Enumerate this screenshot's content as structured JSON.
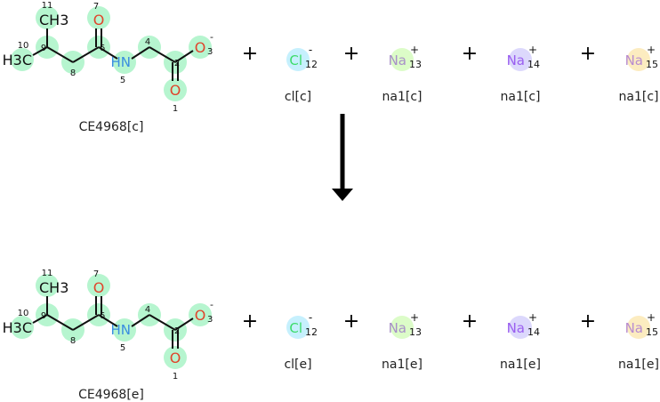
{
  "reaction": {
    "plus_sign": "+",
    "rows": [
      {
        "molecule": {
          "name": "CE4968[c]",
          "atoms": [
            {
              "id": "1",
              "label": "O",
              "kind": "O"
            },
            {
              "id": "2",
              "label": "",
              "kind": "C"
            },
            {
              "id": "3",
              "label": "O",
              "charge": "-",
              "kind": "O"
            },
            {
              "id": "4",
              "label": "",
              "kind": "C"
            },
            {
              "id": "5",
              "label": "HN",
              "kind": "N"
            },
            {
              "id": "6",
              "label": "",
              "kind": "C"
            },
            {
              "id": "7",
              "label": "O",
              "kind": "O"
            },
            {
              "id": "8",
              "label": "",
              "kind": "C"
            },
            {
              "id": "9",
              "label": "",
              "kind": "C"
            },
            {
              "id": "10",
              "label": "H3C",
              "kind": "C"
            },
            {
              "id": "11",
              "label": "CH3",
              "kind": "C"
            }
          ]
        },
        "ions": [
          {
            "symbol": "Cl",
            "charge": "-",
            "index": "12",
            "name": "cl[c]",
            "highlight": "#c6f0fd",
            "text_color": "#3cdc6a"
          },
          {
            "symbol": "Na",
            "charge": "+",
            "index": "13",
            "name": "na1[c]",
            "highlight": "#dcfcc8",
            "text_color": "#a890c8"
          },
          {
            "symbol": "Na",
            "charge": "+",
            "index": "14",
            "name": "na1[c]",
            "highlight": "#dcd8fc",
            "text_color": "#9a5ef0"
          },
          {
            "symbol": "Na",
            "charge": "+",
            "index": "15",
            "name": "na1[c]",
            "highlight": "#fcecc0",
            "text_color": "#b88cd0"
          }
        ]
      },
      {
        "molecule": {
          "name": "CE4968[e]",
          "atoms": [
            {
              "id": "1",
              "label": "O",
              "kind": "O"
            },
            {
              "id": "2",
              "label": "",
              "kind": "C"
            },
            {
              "id": "3",
              "label": "O",
              "charge": "-",
              "kind": "O"
            },
            {
              "id": "4",
              "label": "",
              "kind": "C"
            },
            {
              "id": "5",
              "label": "HN",
              "kind": "N"
            },
            {
              "id": "6",
              "label": "",
              "kind": "C"
            },
            {
              "id": "7",
              "label": "O",
              "kind": "O"
            },
            {
              "id": "8",
              "label": "",
              "kind": "C"
            },
            {
              "id": "9",
              "label": "",
              "kind": "C"
            },
            {
              "id": "10",
              "label": "H3C",
              "kind": "C"
            },
            {
              "id": "11",
              "label": "CH3",
              "kind": "C"
            }
          ]
        },
        "ions": [
          {
            "symbol": "Cl",
            "charge": "-",
            "index": "12",
            "name": "cl[e]",
            "highlight": "#c6f0fd",
            "text_color": "#3cdc6a"
          },
          {
            "symbol": "Na",
            "charge": "+",
            "index": "13",
            "name": "na1[e]",
            "highlight": "#dcfcc8",
            "text_color": "#a890c8"
          },
          {
            "symbol": "Na",
            "charge": "+",
            "index": "14",
            "name": "na1[e]",
            "highlight": "#dcd8fc",
            "text_color": "#9a5ef0"
          },
          {
            "symbol": "Na",
            "charge": "+",
            "index": "15",
            "name": "na1[e]",
            "highlight": "#fcecc0",
            "text_color": "#b88cd0"
          }
        ]
      }
    ],
    "colors": {
      "atom_highlight": "#b6f5cf",
      "O": "#e0452c",
      "N": "#3a8de0",
      "C": "#111111",
      "bond": "#111111"
    }
  }
}
